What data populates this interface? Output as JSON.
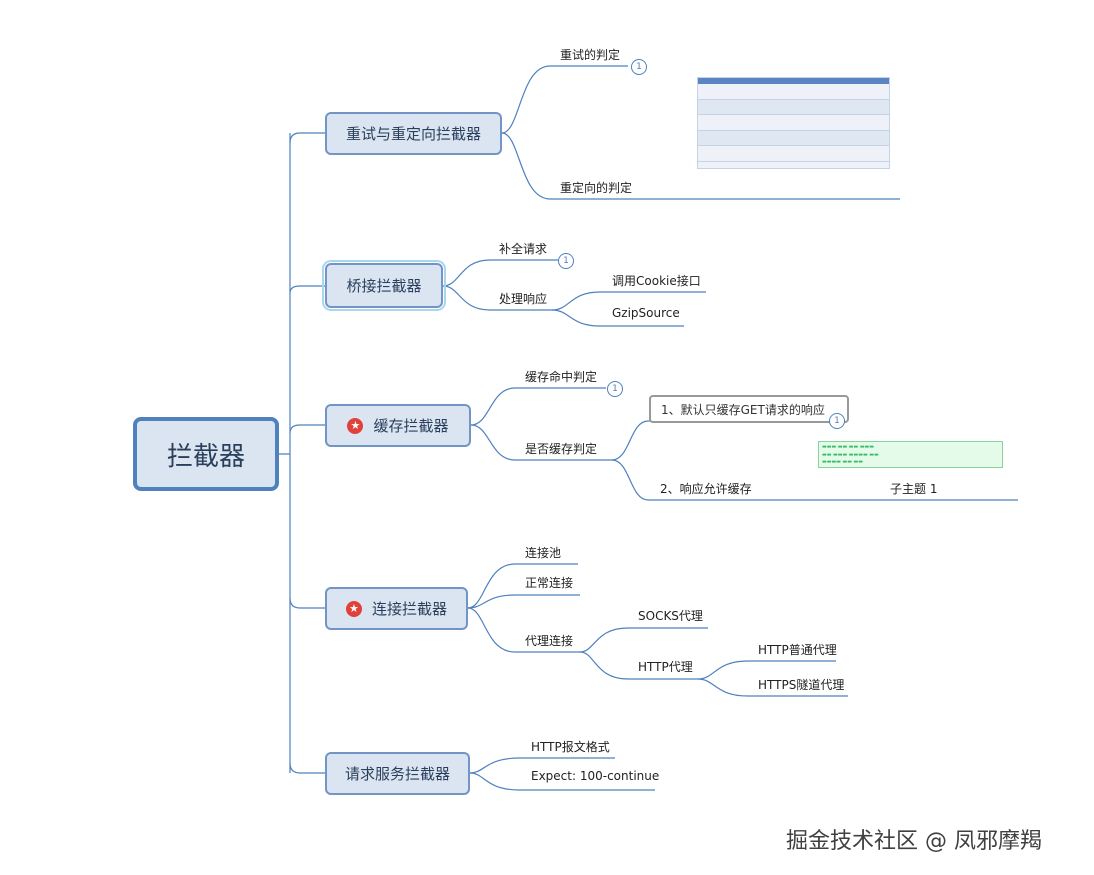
{
  "root": {
    "label": "拦截器"
  },
  "branches": [
    {
      "label": "重试与重定向拦截器",
      "star": false
    },
    {
      "label": "桥接拦截器",
      "star": false
    },
    {
      "label": "缓存拦截器",
      "star": true
    },
    {
      "label": "连接拦截器",
      "star": true
    },
    {
      "label": "请求服务拦截器",
      "star": false
    }
  ],
  "retry": {
    "judge": "重试的判定",
    "redirect": "重定向的判定",
    "badge": "1"
  },
  "bridge": {
    "complete": "补全请求",
    "badge": "1",
    "handle": "处理响应",
    "cookie": "调用Cookie接口",
    "gzip": "GzipSource"
  },
  "cache": {
    "hit": "缓存命中判定",
    "hit_badge": "1",
    "allow": "是否缓存判定",
    "only_get": "1、默认只缓存GET请求的响应",
    "only_get_badge": "1",
    "allow_resp": "2、响应允许缓存",
    "subtopic": "子主题 1"
  },
  "connect": {
    "pool": "连接池",
    "normal": "正常连接",
    "proxy": "代理连接",
    "socks": "SOCKS代理",
    "http": "HTTP代理",
    "http_plain": "HTTP普通代理",
    "https_tunnel": "HTTPS隧道代理"
  },
  "call": {
    "format": "HTTP报文格式",
    "expect": "Expect: 100-continue"
  },
  "watermark": "掘金技术社区 @ 凤邪摩羯",
  "colors": {
    "line": "#4f81bd",
    "node_fill": "#dbe5f1",
    "star": "#e0413a"
  }
}
